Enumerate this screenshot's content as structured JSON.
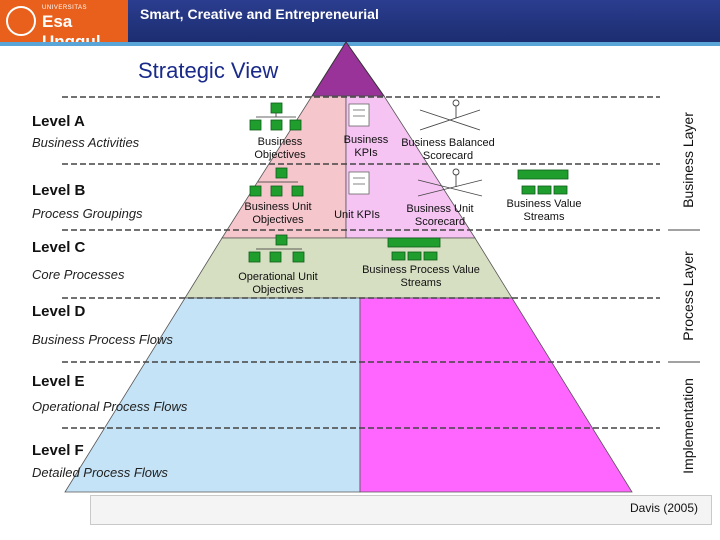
{
  "header": {
    "logo_subtitle": "UNIVERSITAS",
    "logo_name": "Esa Unggul",
    "tagline": "Smart, Creative and Entrepreneurial"
  },
  "title": "Strategic View",
  "levels": [
    {
      "name": "Level A",
      "sub": "Business Activities"
    },
    {
      "name": "Level B",
      "sub": "Process Groupings"
    },
    {
      "name": "Level C",
      "sub": "Core Processes"
    },
    {
      "name": "Level D",
      "sub": "Business Process Flows"
    },
    {
      "name": "Level E",
      "sub": "Operational Process Flows"
    },
    {
      "name": "Level F",
      "sub": "Detailed Process Flows"
    }
  ],
  "pyramid_labels": {
    "business_objectives": "Business Objectives",
    "business_kpis": "Business KPIs",
    "balanced_scorecard": "Business Balanced Scorecard",
    "business_unit_objectives": "Business Unit Objectives",
    "unit_kpis": "Unit KPIs",
    "business_unit_scorecard": "Business Unit Scorecard",
    "business_value_streams": "Business Value Streams",
    "operational_unit_objectives": "Operational Unit Objectives",
    "business_process_value_streams": "Business Process Value Streams"
  },
  "layers": {
    "business": "Business Layer",
    "process": "Process Layer",
    "implementation": "Implementation"
  },
  "citation": "Davis (2005)",
  "colors": {
    "header_blue": "#233685",
    "logo_orange": "#e8601c",
    "apex_purple": "#993399",
    "pink": "#f5c6cc",
    "light_magenta": "#f5c4f3",
    "light_green": "#d6dfc2",
    "magenta": "#ff66ff",
    "light_blue": "#c5e3f6",
    "node_green": "#1f9e2e"
  }
}
